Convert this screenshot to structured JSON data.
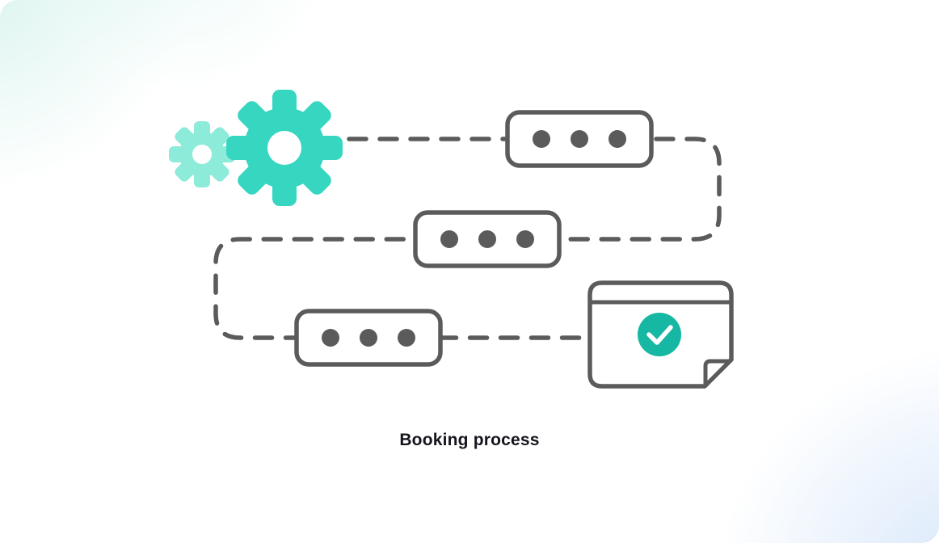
{
  "page": {
    "title": "Booking process illustration"
  },
  "caption": {
    "label": "Booking process"
  },
  "colors": {
    "gear_large_teal": "#36d6c1",
    "gear_small_teal": "#8debd9",
    "check_teal": "#16b8a3",
    "outline_gray": "#5b5b5b",
    "text_dark": "#15151e",
    "bg_blob_mint": "#baeae1",
    "bg_blob_blue": "#bad5f6",
    "background": "#ffffff"
  },
  "diagram": {
    "connector_style": "dashed",
    "icons": [
      "gear-large-icon",
      "gear-small-icon",
      "document-check-icon",
      "checkmark-icon"
    ],
    "steps": [
      {
        "name": "step-1",
        "dots": 3
      },
      {
        "name": "step-2",
        "dots": 3
      },
      {
        "name": "step-3",
        "dots": 3
      }
    ]
  }
}
